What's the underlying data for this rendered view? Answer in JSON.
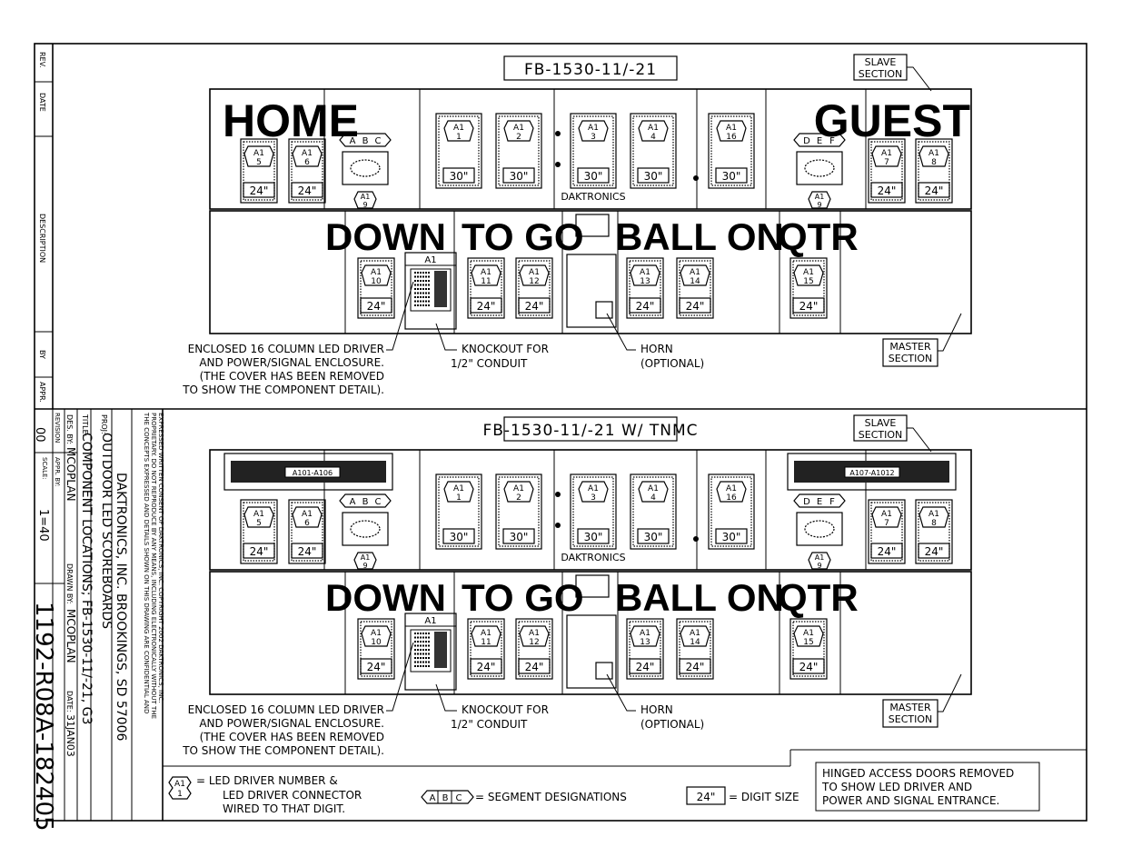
{
  "revision_block": {
    "col_rev": "REV.",
    "col_date": "DATE",
    "col_description": "DESCRIPTION",
    "col_by": "BY",
    "col_appr": "APPR."
  },
  "title_block": {
    "notice": [
      "THE CONCEPTS EXPRESSED AND DETAILS SHOWN ON THIS DRAWING ARE CONFIDENTIAL AND",
      "PROPRIETARY. DO NOT REPRODUCE BY ANY MEANS, INCLUDING ELECTRONICALLY WITHOUT THE",
      "EXPRESSED WRITTEN CONSENT OF DAKTRONICS, INC.        COPYRIGHT 2002 DAKTRONICS, INC."
    ],
    "company": "DAKTRONICS, INC.   BROOKINGS, SD 57006",
    "proj_label": "PROJ:",
    "proj": "OUTDOOR LED SCOREBOARDS",
    "title_label": "TITLE:",
    "title": "COMPONENT LOCATIONS; FB-1530-11/-21, G3",
    "des_by_label": "DES. BY:",
    "des_by": "MCOPLAN",
    "drawn_by_label": "DRAWN BY:",
    "drawn_by": "MCOPLAN",
    "date_label": "DATE:",
    "date": "31JAN03",
    "revision_label": "REVISION",
    "revision": "00",
    "appr_label": "APPR. BY:",
    "scale_label": "SCALE:",
    "scale": "1=40",
    "drawing_number": "1192-R08A-182405"
  },
  "panels": [
    {
      "model": "FB-1530-11/-21",
      "home": "HOME",
      "guest": "GUEST",
      "down": "DOWN",
      "to_go": "TO GO",
      "ball_on": "BALL ON",
      "qtr": "QTR",
      "brand": "DAKTRONICS",
      "slave": "SLAVE\nSECTION",
      "master": "MASTER\nSECTION",
      "enclosure_note": [
        "ENCLOSED 16 COLUMN LED DRIVER",
        "AND POWER/SIGNAL ENCLOSURE.",
        "(THE COVER HAS BEEN REMOVED",
        "TO SHOW THE COMPONENT DETAIL)."
      ],
      "knockout_note": [
        "KNOCKOUT FOR",
        "1/2\" CONDUIT"
      ],
      "horn_note": [
        "HORN",
        "(OPTIONAL)"
      ],
      "tnmc_left": "",
      "tnmc_right": ""
    },
    {
      "model": "FB-1530-11/-21 W/ TNMC",
      "home": "",
      "guest": "",
      "down": "DOWN",
      "to_go": "TO GO",
      "ball_on": "BALL ON",
      "qtr": "QTR",
      "brand": "DAKTRONICS",
      "slave": "SLAVE\nSECTION",
      "master": "MASTER\nSECTION",
      "enclosure_note": [
        "ENCLOSED 16 COLUMN LED DRIVER",
        "AND POWER/SIGNAL ENCLOSURE.",
        "(THE COVER HAS BEEN REMOVED",
        "TO SHOW THE COMPONENT DETAIL)."
      ],
      "knockout_note": [
        "KNOCKOUT FOR",
        "1/2\" CONDUIT"
      ],
      "horn_note": [
        "HORN",
        "(OPTIONAL)"
      ],
      "tnmc_left": "A101-A106",
      "tnmc_right": "A107-A1012"
    }
  ],
  "digit_labels": {
    "driver": "A1",
    "size_24": "24\"",
    "size_30": "30\"",
    "upper_digits": [
      "5",
      "6",
      "1",
      "2",
      "3",
      "4",
      "16",
      "7",
      "8"
    ],
    "lower_digits": [
      "10",
      "11",
      "12",
      "13",
      "14",
      "15"
    ],
    "segment_driver": "9",
    "seg_home": [
      "A",
      "B",
      "C"
    ],
    "seg_guest": [
      "D",
      "E",
      "F"
    ],
    "enclosure_label": "A1"
  },
  "legend": {
    "driver_symbol_top": "A1",
    "driver_symbol_bottom": "1",
    "driver_text": [
      "= LED DRIVER NUMBER &",
      "LED DRIVER CONNECTOR",
      "WIRED TO THAT DIGIT."
    ],
    "segment_symbol": [
      "A",
      "B",
      "C"
    ],
    "segment_text": "= SEGMENT DESIGNATIONS",
    "size_symbol": "24\"",
    "size_text": "= DIGIT SIZE",
    "hinged_note": [
      "HINGED ACCESS DOORS REMOVED",
      "TO SHOW LED DRIVER AND",
      "POWER AND SIGNAL ENTRANCE."
    ]
  }
}
